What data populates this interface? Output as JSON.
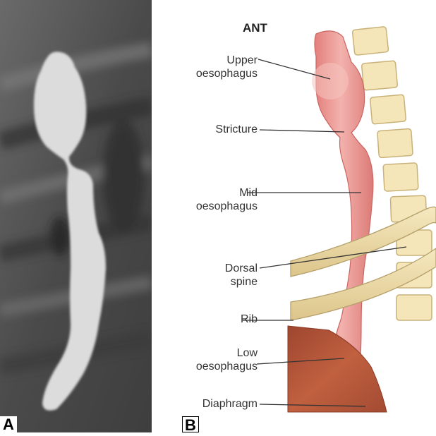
{
  "panels": {
    "a": {
      "letter": "A"
    },
    "b": {
      "letter": "B"
    }
  },
  "diagram": {
    "orientation": "ANT",
    "labels": [
      {
        "key": "upper",
        "lines": [
          "Upper",
          "oesophagus"
        ]
      },
      {
        "key": "stricture",
        "lines": [
          "Stricture"
        ]
      },
      {
        "key": "mid",
        "lines": [
          "Mid",
          "oesophagus"
        ]
      },
      {
        "key": "dorsal",
        "lines": [
          "Dorsal",
          "spine"
        ]
      },
      {
        "key": "rib",
        "lines": [
          "Rib"
        ]
      },
      {
        "key": "low",
        "lines": [
          "Low",
          "oesophagus"
        ]
      },
      {
        "key": "diaphragm",
        "lines": [
          "Diaphragm"
        ]
      }
    ]
  },
  "colors": {
    "oesophagus": "#e8938f",
    "oesophagus_highlight": "#f4b8b2",
    "vertebra": "#f4e6b8",
    "vertebra_edge": "#c9b27a",
    "diaphragm": "#b5533a",
    "xray_background": "#5a5a5a",
    "contrast": "#dedede"
  }
}
